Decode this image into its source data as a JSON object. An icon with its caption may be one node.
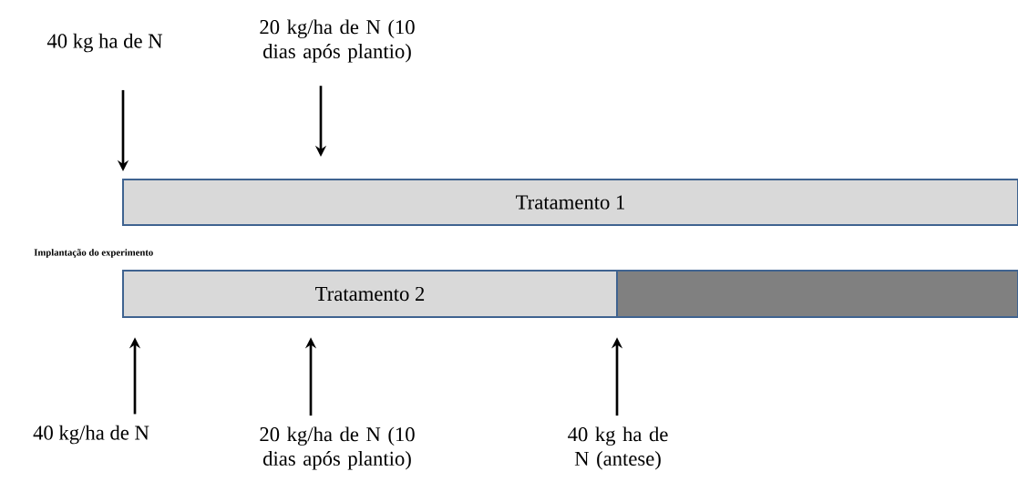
{
  "diagram": {
    "nodes": [
      {
        "text": [
          "40 kg ha de N"
        ]
      },
      {
        "text": [
          "20 kg/ha de N (10 dias após plantio)"
        ]
      },
      {
        "text": [
          "Tratamento 1"
        ]
      },
      {
        "text": [
          "Tratamento 2"
        ]
      },
      {
        "text": [],
        "shape": "bar"
      },
      {
        "text": [
          "40 kg/ha de N"
        ]
      },
      {
        "text": [
          "20 kg/ha de N (10 dias após plantio)"
        ]
      },
      {
        "text": [
          "40 kg ha de N (antese)"
        ]
      }
    ],
    "edges": [
      {
        "from": 0,
        "to": 2,
        "arrow": "to"
      },
      {
        "from": 1,
        "to": 2,
        "arrow": "to"
      },
      {
        "from": 5,
        "to": 3,
        "arrow": "to"
      },
      {
        "from": 6,
        "to": 3,
        "arrow": "to"
      },
      {
        "from": 7,
        "to": 3,
        "arrow": "to"
      }
    ],
    "labels": [
      "Implantação do experimento"
    ]
  }
}
